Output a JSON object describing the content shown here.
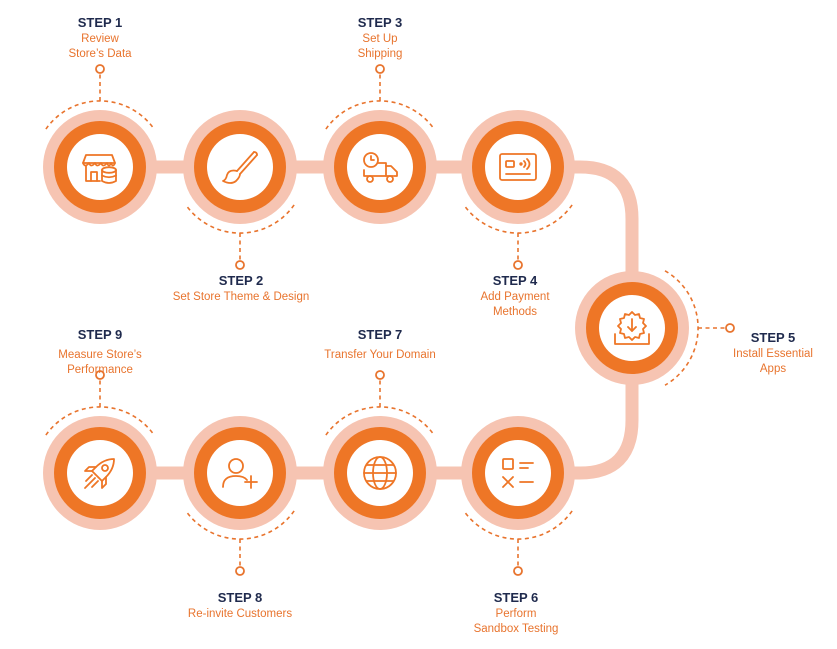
{
  "colors": {
    "accent": "#ee7626",
    "light": "#f6c4b2",
    "navy": "#1f2a4d",
    "dashed": "#e8742e"
  },
  "steps": [
    {
      "title": "STEP 1",
      "line1": "Review",
      "line2": "Store’s Data",
      "icon": "store-database-icon"
    },
    {
      "title": "STEP 2",
      "line1": "Set Store Theme & Design",
      "line2": "",
      "icon": "paint-brush-icon"
    },
    {
      "title": "STEP 3",
      "line1": "Set Up",
      "line2": "Shipping",
      "icon": "delivery-truck-clock-icon"
    },
    {
      "title": "STEP 4",
      "line1": "Add Payment",
      "line2": "Methods",
      "icon": "credit-card-icon"
    },
    {
      "title": "STEP 5",
      "line1": "Install Essential",
      "line2": "Apps",
      "icon": "gear-download-icon"
    },
    {
      "title": "STEP 6",
      "line1": "Perform",
      "line2": "Sandbox Testing",
      "icon": "testing-symbols-icon"
    },
    {
      "title": "STEP 7",
      "line1": "Transfer Your Domain",
      "line2": "",
      "icon": "globe-icon"
    },
    {
      "title": "STEP 8",
      "line1": "Re-invite Customers",
      "line2": "",
      "icon": "add-user-icon"
    },
    {
      "title": "STEP 9",
      "line1": "Measure Store’s",
      "line2": "Performance",
      "icon": "rocket-icon"
    }
  ]
}
